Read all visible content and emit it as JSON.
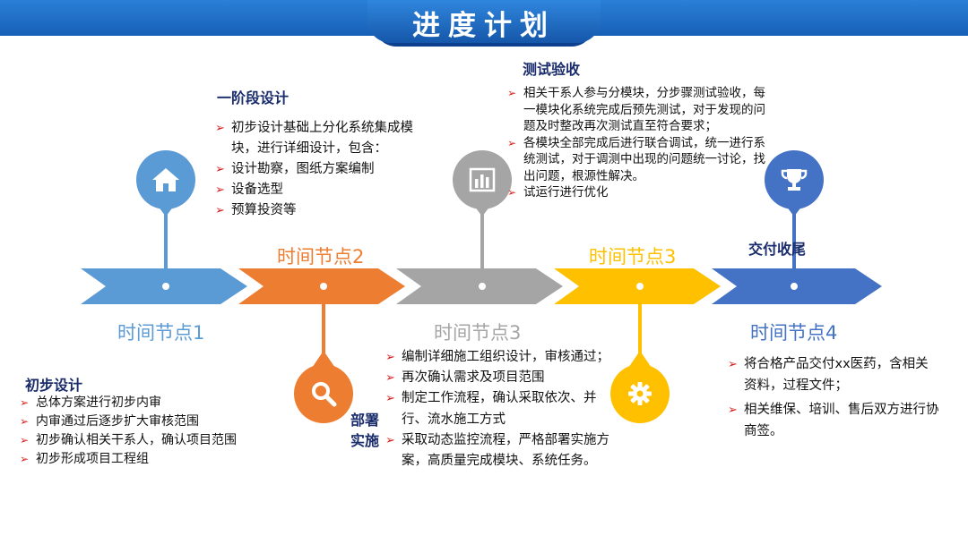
{
  "title": "进度计划",
  "colors": {
    "banner": "#1d6dc4",
    "stage1": "#5b9bd5",
    "stage2": "#ed7d31",
    "stage3": "#a5a5a5",
    "stage4": "#ffc000",
    "stage5": "#4472c4",
    "bullet_mark": "#d81e1e",
    "heading": "#1a2c6b"
  },
  "timeline": {
    "bottom_labels": [
      "时间节点1",
      "时间节点3",
      "时间节点4"
    ],
    "top_labels": [
      "时间节点2",
      "时间节点3"
    ],
    "end_label": "交付收尾"
  },
  "icons": [
    "home-icon",
    "search-icon",
    "bar-chart-icon",
    "gear-icon",
    "trophy-icon"
  ],
  "sections": {
    "phase1": {
      "heading": "一阶段设计",
      "items": [
        "初步设计基础上分化系统集成模块，进行详细设计，包含：",
        "设计勘察，图纸方案编制",
        "设备选型",
        "预算投资等"
      ]
    },
    "initial": {
      "heading": "初步设计",
      "items": [
        "总体方案进行初步内审",
        "内审通过后逐步扩大审核范围",
        "初步确认相关干系人，确认项目范围",
        "初步形成项目工程组"
      ]
    },
    "deploy": {
      "heading_line1": "部署",
      "heading_line2": "实施",
      "items": [
        "编制详细施工组织设计，审核通过；",
        "再次确认需求及项目范围",
        "制定工作流程，确认采取依次、并行、流水施工方式",
        "采取动态监控流程，严格部署实施方案，高质量完成模块、系统任务。"
      ]
    },
    "testing": {
      "heading": "测试验收",
      "items": [
        "相关干系人参与分模块，分步骤测试验收，每一模块化系统完成后预先测试，对于发现的问题及时整改再次测试直至符合要求；",
        "各模块全部完成后进行联合调试，统一进行系统测试，对于调测中出现的问题统一讨论，找出问题，根源性解决。",
        "试运行进行优化"
      ]
    },
    "delivery": {
      "items": [
        "将合格产品交付xx医药，含相关资料，过程文件；",
        "相关维保、培训、售后双方进行协商签。"
      ]
    }
  }
}
